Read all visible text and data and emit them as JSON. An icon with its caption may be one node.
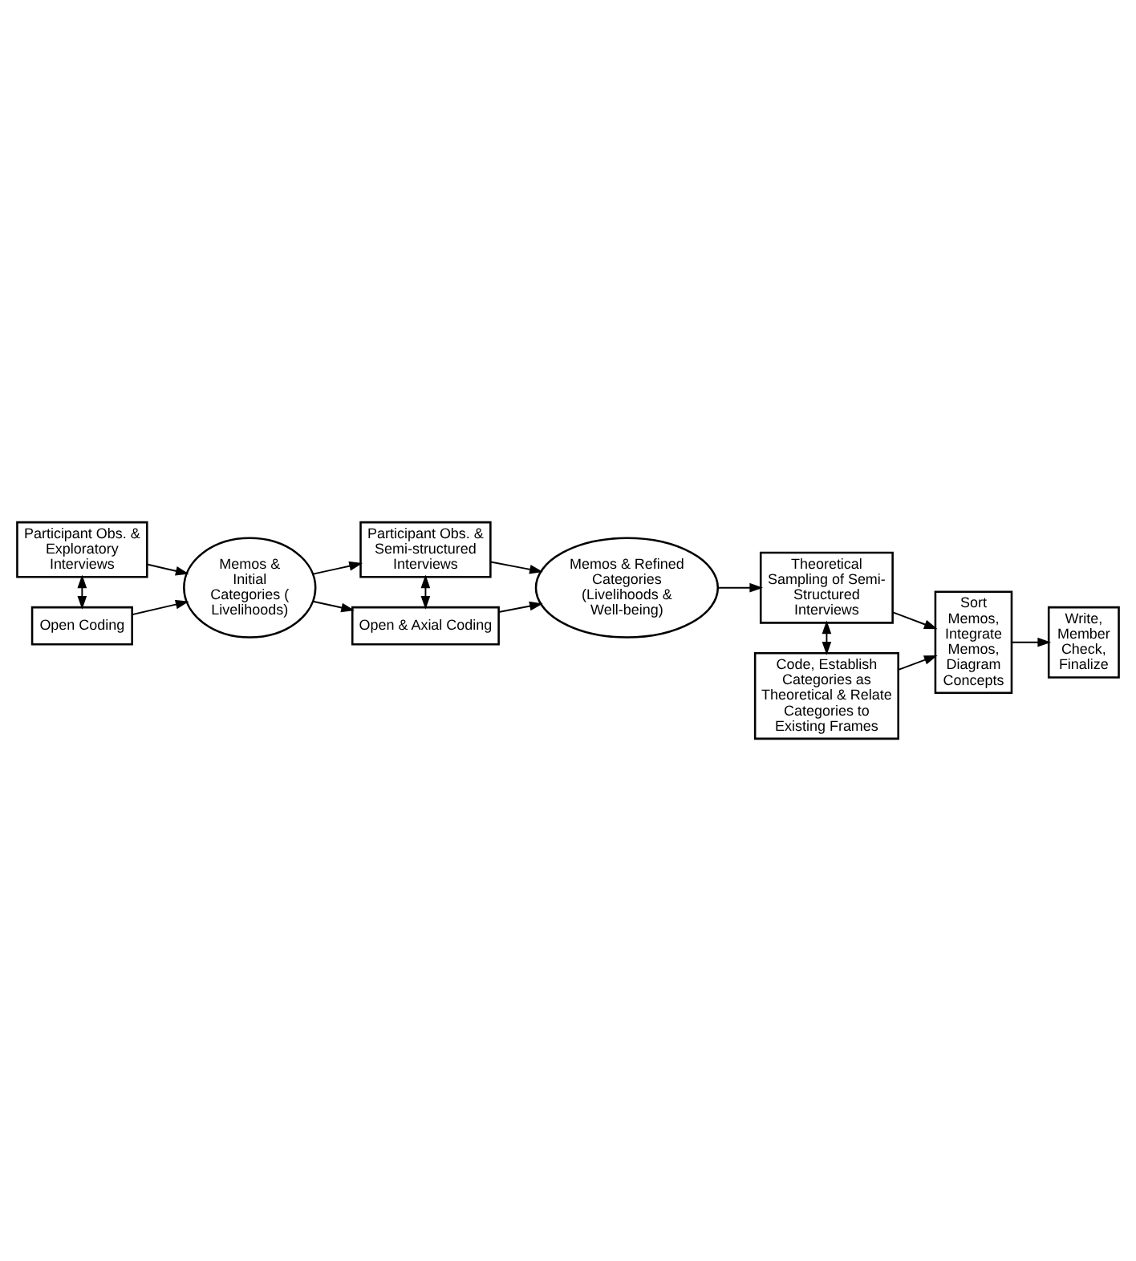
{
  "diagram": {
    "nodes": [
      {
        "text": [
          "Participant Obs. & Exploratory Interviews"
        ]
      },
      {
        "text": [
          "Memos & Initial Categories (Livelihoods)"
        ]
      },
      {
        "text": [
          "Participant Obs. & Semi-structured Interviews"
        ]
      },
      {
        "text": [
          "Memos & Refined Categories (Livelihoods & Well-being)"
        ]
      },
      {
        "text": [
          "Open Coding"
        ]
      },
      {
        "text": [
          "Open & Axial Coding"
        ]
      },
      {
        "text": [
          "Write, Member Check, Finalize"
        ]
      },
      {
        "text": [
          "Sort Memos, Integrate Memos, Diagram Concepts"
        ]
      },
      {
        "text": [
          "Theoretical Sampling of Semi-Structured Interviews"
        ]
      },
      {
        "text": [
          "Code, Establish Categories as Theoretical & Relate Categories to Existing Frames"
        ]
      }
    ],
    "edges": [
      {
        "from": 0,
        "to": 1,
        "arrow": "to"
      },
      {
        "from": 1,
        "to": 2,
        "arrow": "to"
      },
      {
        "from": 2,
        "to": 3,
        "arrow": "to"
      },
      {
        "from": 0,
        "to": 4,
        "arrow": "both"
      },
      {
        "from": 4,
        "to": 1,
        "arrow": "to"
      },
      {
        "from": 1,
        "to": 5,
        "arrow": "to"
      },
      {
        "from": 2,
        "to": 5,
        "arrow": "both"
      },
      {
        "from": 5,
        "to": 3,
        "arrow": "to"
      },
      {
        "from": 3,
        "to": 8,
        "arrow": "to"
      },
      {
        "from": 8,
        "to": 7,
        "arrow": "to"
      },
      {
        "from": 8,
        "to": 9,
        "arrow": "both"
      },
      {
        "from": 9,
        "to": 7,
        "arrow": "to"
      },
      {
        "from": 7,
        "to": 6,
        "arrow": "to"
      }
    ]
  }
}
